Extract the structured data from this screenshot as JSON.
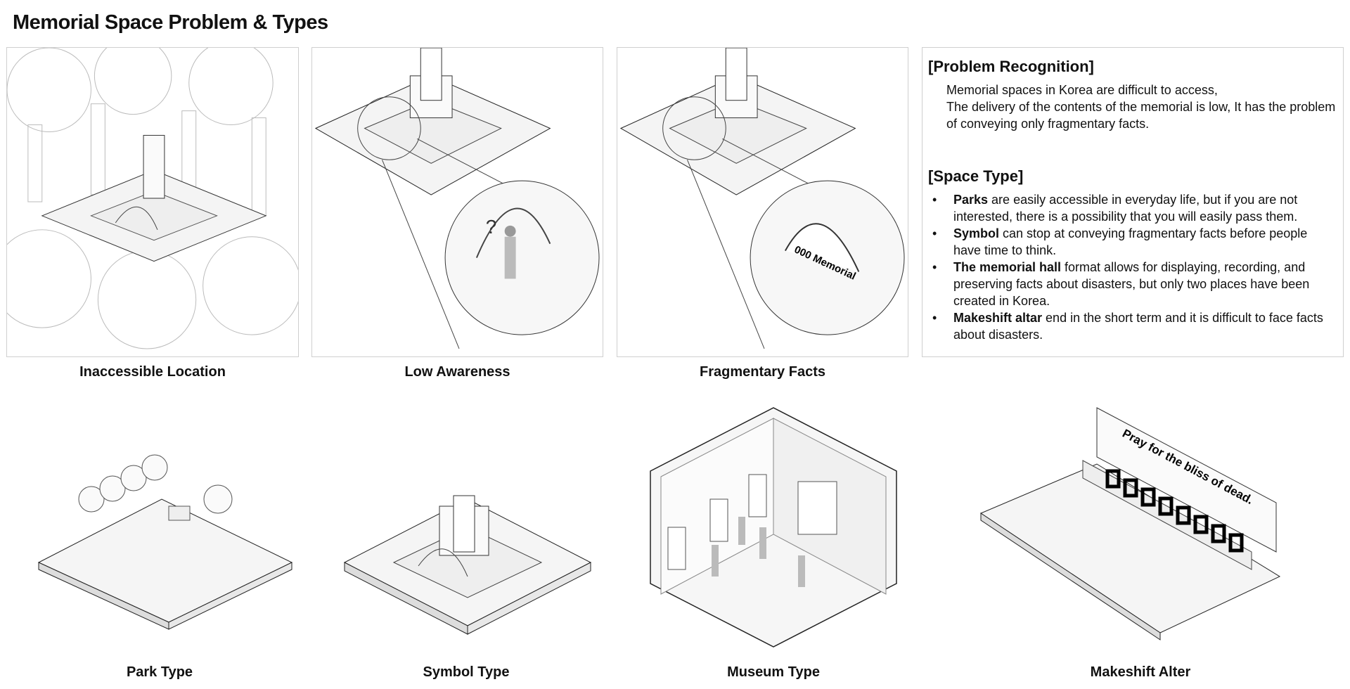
{
  "title": "Memorial Space Problem & Types",
  "problems": [
    {
      "caption": "Inaccessible Location"
    },
    {
      "caption": "Low Awareness"
    },
    {
      "caption": "Fragmentary Facts",
      "sign": "000 Memorial"
    }
  ],
  "text_panel": {
    "problem_heading": "[Problem Recognition]",
    "problem_lines": [
      "Memorial spaces in Korea are difficult to access,",
      "The delivery of the contents of the memorial is low, It has the problem of conveying only fragmentary facts."
    ],
    "type_heading": "[Space Type]",
    "bullets": [
      {
        "bold": "Parks",
        "text": " are easily accessible in everyday life, but if you are not interested, there is a possibility that you will easily pass them."
      },
      {
        "bold": "Symbol",
        "text": " can stop at conveying fragmentary facts before people have time to think."
      },
      {
        "bold": "The memorial hall",
        "text": " format allows for displaying, recording, and preserving facts about disasters, but only two places have been created in Korea."
      },
      {
        "bold": "Makeshift altar",
        "text": " end in the short term and it is difficult to face facts about disasters."
      }
    ]
  },
  "types": [
    {
      "caption": "Park Type"
    },
    {
      "caption": "Symbol Type"
    },
    {
      "caption": "Museum Type"
    },
    {
      "caption": "Makeshift Alter",
      "banner": "Pray for the bliss of dead."
    }
  ]
}
